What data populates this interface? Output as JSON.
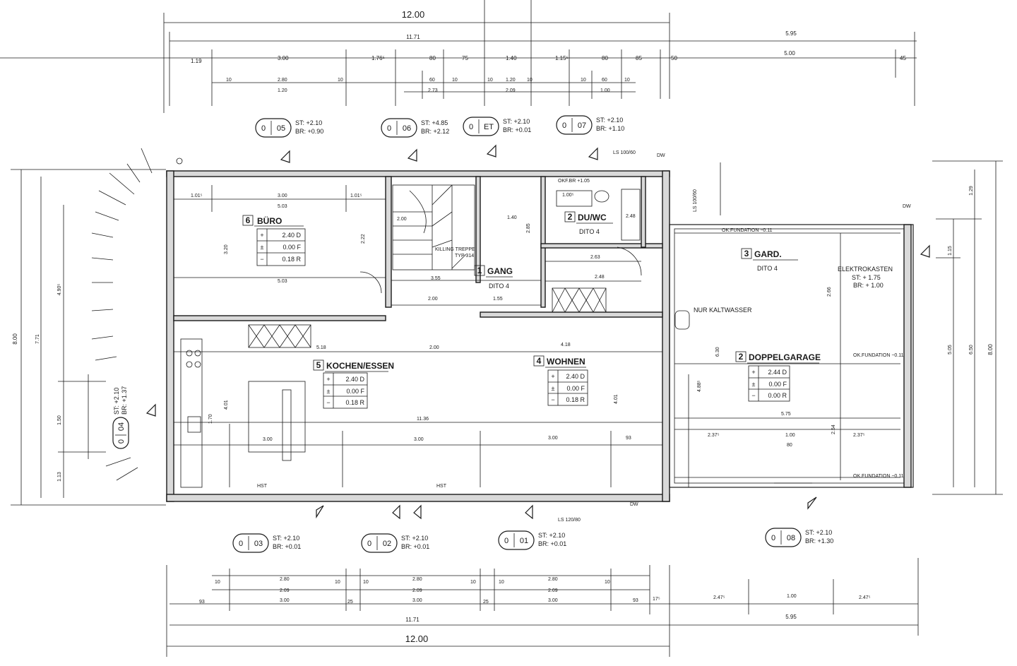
{
  "dims": {
    "top_total": "12.00",
    "top_inner": "11.71",
    "top_garage_a": "5.95",
    "top_garage_b": "5.00",
    "top_row3": [
      "1.19",
      "3.00",
      "1.76⁵",
      "80",
      "75",
      "1.40",
      "1.15⁵",
      "80",
      "85",
      "50",
      "45"
    ],
    "top_row4": [
      "10",
      "2.80",
      "1.20",
      "10",
      "60",
      "10",
      "10",
      "1.20",
      "10",
      "10",
      "60",
      "10"
    ],
    "top_row4b": [
      "2.73",
      "2.09",
      "1.00"
    ],
    "bottom_row1": [
      "10",
      "2.80",
      "10",
      "10",
      "2.80",
      "10",
      "10",
      "2.80",
      "10"
    ],
    "bottom_row2": [
      "2.09",
      "2.09",
      "2.09"
    ],
    "bottom_row3": [
      "93",
      "3.00",
      "25",
      "3.00",
      "25",
      "3.00",
      "93",
      "17⁵",
      "2.47⁵",
      "1.00",
      "2.47⁵"
    ],
    "bottom_inner": "11.71",
    "bottom_garage": "5.95",
    "bottom_total": "12.00",
    "left_total": "8.00",
    "left_inner": "7.71",
    "left_a": "4.90⁵",
    "left_b": "1.50",
    "left_c": "1.13",
    "right_total": "8.00",
    "right_a": "6.50",
    "right_b": "5.05",
    "right_c": "1.29",
    "right_d": "1.15",
    "interior": [
      "1.01⁵",
      "3.00",
      "1.01⁵",
      "5.03",
      "3.20",
      "2.22",
      "5.03",
      "2.00",
      "1.40",
      "2.85",
      "1.00⁵",
      "2.48",
      "2.63",
      "2.48",
      "1.55",
      "2.00",
      "5.18",
      "2.00",
      "4.18",
      "11.36",
      "3.00",
      "3.00",
      "3.00",
      "93",
      "1.70",
      "4.01",
      "4.01",
      "2.66",
      "6.30",
      "4.88⁵",
      "5.75",
      "1.00",
      "80",
      "2.37⁵",
      "2.37⁵",
      "2.54",
      "3.55"
    ]
  },
  "rooms": {
    "buero": {
      "num": "6",
      "name": "BÜRO",
      "vals": [
        "2.40 D",
        "0.00 F",
        "0.18 R"
      ]
    },
    "du_wc": {
      "num": "2",
      "name": "DU/WC",
      "sub": "DITO 4"
    },
    "gang": {
      "num": "1",
      "name": "GANG",
      "sub": "DITO 4"
    },
    "gard": {
      "num": "3",
      "name": "GARD.",
      "sub": "DITO 4"
    },
    "kochen": {
      "num": "5",
      "name": "KOCHEN/ESSEN",
      "vals": [
        "2.40 D",
        "0.00 F",
        "0.18 R"
      ]
    },
    "wohnen": {
      "num": "4",
      "name": "WOHNEN",
      "vals": [
        "2.40 D",
        "0.00 F",
        "0.18 R"
      ]
    },
    "garage": {
      "num": "2",
      "name": "DOPPELGARAGE",
      "vals": [
        "2.44 D",
        "0.00 F",
        "0.00 R"
      ]
    }
  },
  "signs": [
    "+",
    "±",
    "−"
  ],
  "labels": {
    "stair": "KILLING TREPPE",
    "stair_type": "TYP 314",
    "elektro": "ELEKTROKASTEN",
    "elektro_st": "ST: + 1.75",
    "elektro_br": "BR: + 1.00",
    "kaltwasser": "NUR KALTWASSER",
    "okfund1": "OK.FUNDATION −0.11",
    "okfund2": "OK.FUNDATION −0.11",
    "okfund3": "OK.FUNDATION −0.11",
    "ls_top": "LS 100/60",
    "ls_side": "LS 100/60",
    "ls_bottom": "LS 120/80",
    "okf": "OKF.BR +1.05",
    "hst1": "HST",
    "hst2": "HST",
    "dw1": "DW",
    "dw2": "DW",
    "dw3": "DW"
  },
  "windows": [
    {
      "a": "0",
      "b": "05",
      "st": "ST: +2.10",
      "br": "BR: +0.90"
    },
    {
      "a": "0",
      "b": "06",
      "st": "ST: +4.85",
      "br": "BR: +2.12"
    },
    {
      "a": "0",
      "b": "ET",
      "st": "ST: +2.10",
      "br": "BR: +0.01"
    },
    {
      "a": "0",
      "b": "07",
      "st": "ST: +2.10",
      "br": "BR: +1.10"
    },
    {
      "a": "0",
      "b": "04",
      "st": "ST: +2.10",
      "br": "BR: +1.37"
    },
    {
      "a": "0",
      "b": "03",
      "st": "ST: +2.10",
      "br": "BR: +0.01"
    },
    {
      "a": "0",
      "b": "02",
      "st": "ST: +2.10",
      "br": "BR: +0.01"
    },
    {
      "a": "0",
      "b": "01",
      "st": "ST: +2.10",
      "br": "BR: +0.01"
    },
    {
      "a": "0",
      "b": "08",
      "st": "ST: +2.10",
      "br": "BR: +1.30"
    }
  ]
}
